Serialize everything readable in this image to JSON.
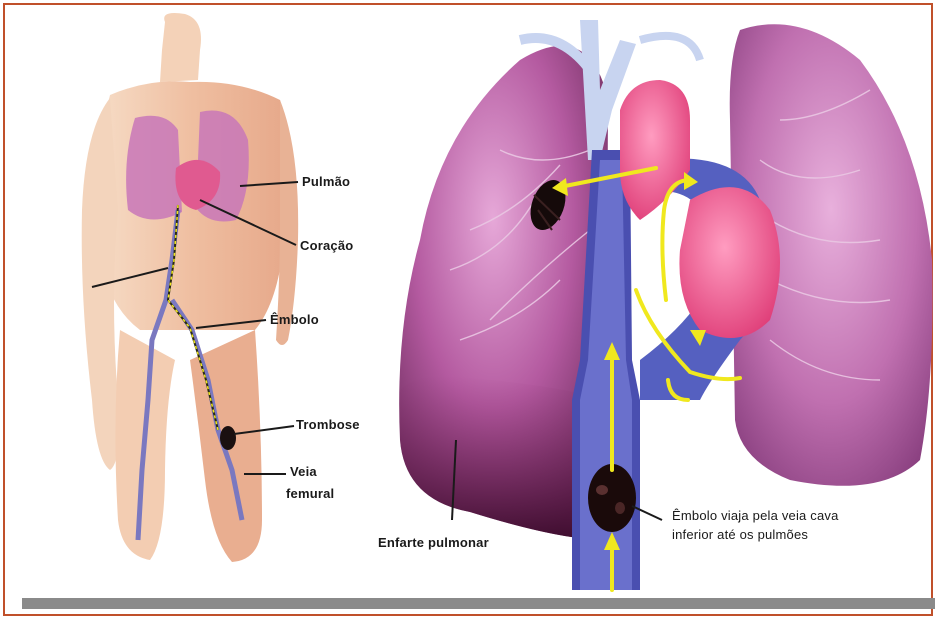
{
  "labels": {
    "pulmao": "Pulmão",
    "coracao": "Coração",
    "embolo": "Êmbolo",
    "trombose": "Trombose",
    "veia_femural_line1": "Veia",
    "veia_femural_line2": "femural",
    "enfarte": "Enfarte pulmonar",
    "embolo_viaja_line1": "Êmbolo viaja pela veia cava",
    "embolo_viaja_line2": "inferior até os pulmões"
  },
  "colors": {
    "border": "#c0502a",
    "skin": "#f2c9a8",
    "lung": "#b45aa0",
    "heart": "#f05a8c",
    "vein": "#5a5aa8",
    "arrow": "#f0e81e",
    "bar": "#8a8a8a"
  }
}
